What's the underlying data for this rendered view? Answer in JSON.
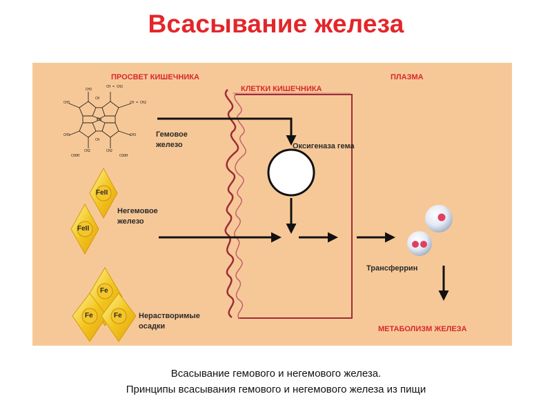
{
  "title": "Всасывание железа",
  "regions": {
    "lumen": "ПРОСВЕТ КИШЕЧНИКА",
    "cells": "КЛЕТКИ КИШЕЧНИКА",
    "plasma": "ПЛАЗМА",
    "metabolism": "МЕТАБОЛИЗМ ЖЕЛЕЗА"
  },
  "labels": {
    "heme_iron": "Гемовое\nжелезо",
    "nonheme_iron": "Негемовое\nжелезо",
    "insoluble": "Нерастворимые\nосадки",
    "heme_oxygenase": "Оксигеназа гема",
    "transferrin": "Трансферрин"
  },
  "ions": {
    "fe2": "FeII",
    "fe": "Fe"
  },
  "molecule": {
    "fe": "Fe",
    "n": "N",
    "ch": "CH",
    "ch3": "CH3",
    "chch2": "CH = CH2",
    "ch2": "CH2",
    "cooh": "COOH"
  },
  "caption": {
    "line1": "Всасывание гемового и негемового железа.",
    "line2": "Принципы всасывания гемового и негемового железа из пищи"
  },
  "colors": {
    "title": "#e3262a",
    "panel": "#f7c897",
    "region_label": "#d7282e",
    "membrane": "#9b2c3a",
    "ion_fill": "#f2c61e"
  }
}
